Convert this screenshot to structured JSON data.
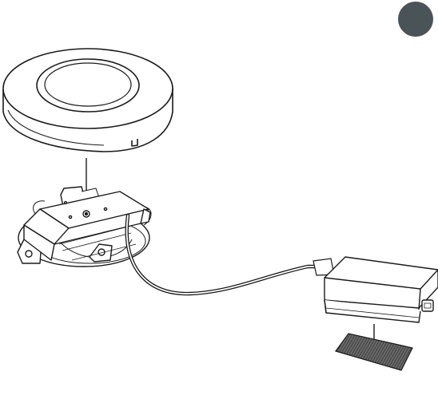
{
  "figure": {
    "step_badge": {
      "label": "",
      "color": "#4a5358"
    },
    "parts": [
      {
        "id": "dome-cover",
        "name": ""
      },
      {
        "id": "mounting-base",
        "name": ""
      },
      {
        "id": "cable",
        "name": ""
      },
      {
        "id": "power-adapter",
        "name": ""
      },
      {
        "id": "adhesive-pad",
        "name": ""
      }
    ],
    "colors": {
      "line": "#1a1a1a",
      "dome_fill": "#ffffff",
      "pad_fill": "#555555"
    }
  }
}
